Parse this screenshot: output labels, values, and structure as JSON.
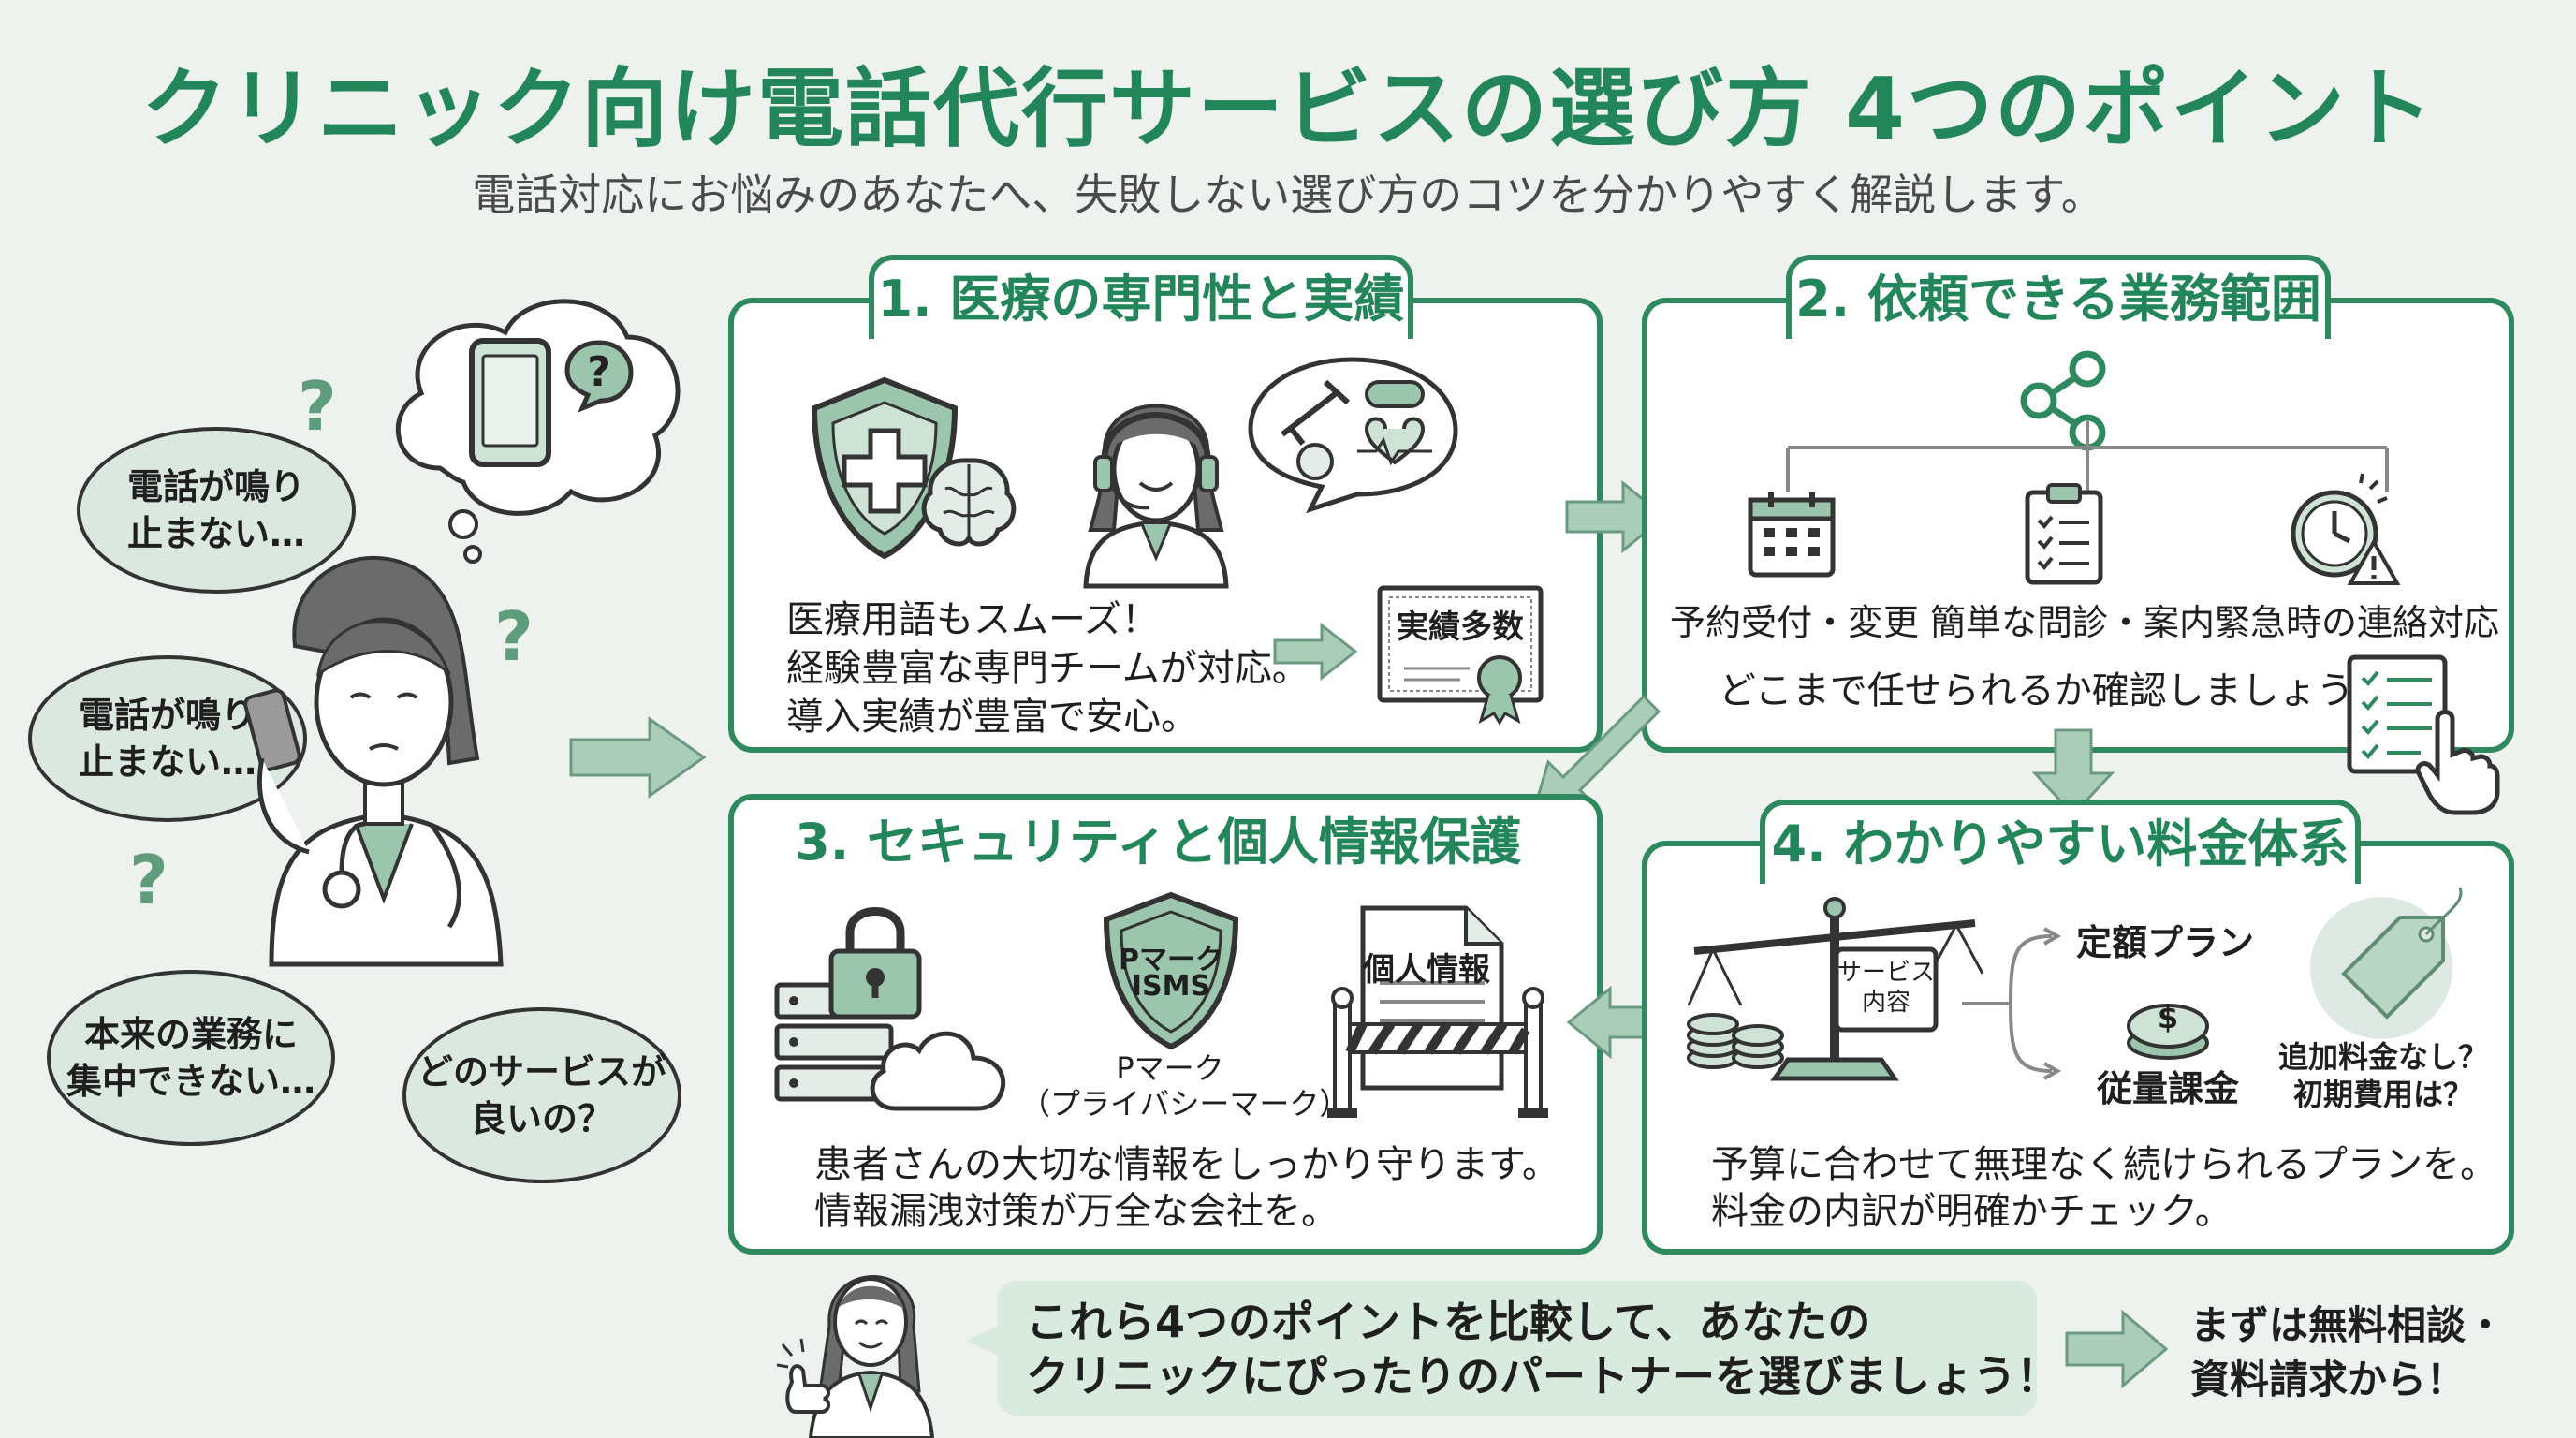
{
  "header": {
    "title": "クリニック向け電話代行サービスの選び方 4つのポイント",
    "subtitle": "電話対応にお悩みのあなたへ、失敗しない選び方のコツを分かりやすく解説します。"
  },
  "worries": {
    "bubble1": "電話が鳴り\n止まない…",
    "bubble2": "電話が鳴り\n止まない…",
    "bubble3": "本来の業務に\n集中できない…",
    "bubble4": "どのサービスが\n良いの？",
    "question_mark": "?"
  },
  "points": {
    "p1": {
      "title": "1. 医療の専門性と実績",
      "lines": [
        "医療用語もスムーズ！",
        "経験豊富な専門チームが対応。",
        "導入実績が豊富で安心。"
      ],
      "certificate": "実績多数"
    },
    "p2": {
      "title": "2. 依頼できる業務範囲",
      "items": [
        "予約受付・変更",
        "簡単な問診・案内",
        "緊急時の連絡対応"
      ],
      "note": "どこまで任せられるか確認しましょう。"
    },
    "p3": {
      "title": "3. セキュリティと個人情報保護",
      "badge_line1": "Pマーク",
      "badge_line2": "ISMS",
      "badge_caption1": "Pマーク",
      "badge_caption2": "（プライバシーマーク）",
      "document": "個人情報",
      "lines": [
        "患者さんの大切な情報をしっかり守ります。",
        "情報漏洩対策が万全な会社を。"
      ]
    },
    "p4": {
      "title": "4. わかりやすい料金体系",
      "scale_label1": "サービス",
      "scale_label2": "内容",
      "plan_fixed": "定額プラン",
      "plan_usage": "従量課金",
      "coin_symbol": "$",
      "extra_line1": "追加料金なし？",
      "extra_line2": "初期費用は？",
      "lines": [
        "予算に合わせて無理なく続けられるプランを。",
        "料金の内訳が明確かチェック。"
      ]
    }
  },
  "footer": {
    "line1": "これら4つのポイントを比較して、あなたの",
    "line2": "クリニックにぴったりのパートナーを選びましょう！",
    "cta_line1": "まずは無料相談・",
    "cta_line2": "資料請求から！"
  },
  "colors": {
    "accent": "#2e8a5e",
    "title": "#23865a",
    "bubble": "#dbe8df",
    "arrow": "#a9cdb8",
    "background": "#eef2ef"
  },
  "icons": [
    "smartphone-icon",
    "question-icon",
    "shield-cross-icon",
    "brain-icon",
    "operator-icon",
    "medicine-icon",
    "certificate-icon",
    "share-icon",
    "calendar-icon",
    "clipboard-icon",
    "clock-icon",
    "warning-icon",
    "checklist-icon",
    "hand-pointer-icon",
    "lock-icon",
    "server-icon",
    "cloud-icon",
    "badge-shield-icon",
    "document-icon",
    "barrier-icon",
    "scale-icon",
    "coins-icon",
    "coin-icon",
    "price-tag-icon",
    "arrow-icon"
  ]
}
